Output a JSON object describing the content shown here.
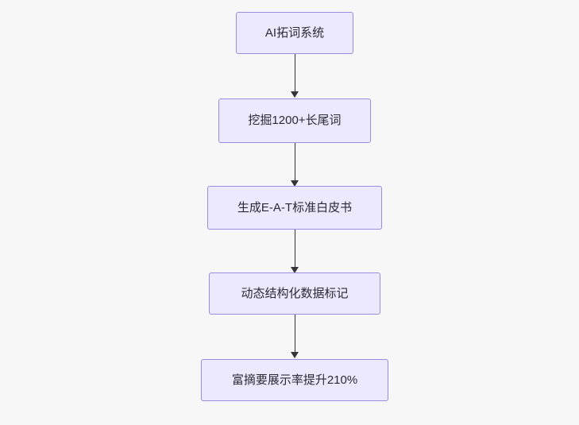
{
  "diagram": {
    "type": "flowchart",
    "direction": "top-to-bottom",
    "background_color": "#f7f7f7",
    "node_fill_color": "#ece8fd",
    "node_border_color": "#9c8ce0",
    "edge_color": "#36343a",
    "nodes": [
      {
        "id": "n1",
        "label": "AI拓词系统"
      },
      {
        "id": "n2",
        "label": "挖掘1200+长尾词"
      },
      {
        "id": "n3",
        "label": "生成E-A-T标准白皮书"
      },
      {
        "id": "n4",
        "label": "动态结构化数据标记"
      },
      {
        "id": "n5",
        "label": "富摘要展示率提升210%"
      }
    ],
    "edges": [
      {
        "from": "n1",
        "to": "n2"
      },
      {
        "from": "n2",
        "to": "n3"
      },
      {
        "from": "n3",
        "to": "n4"
      },
      {
        "from": "n4",
        "to": "n5"
      }
    ]
  }
}
